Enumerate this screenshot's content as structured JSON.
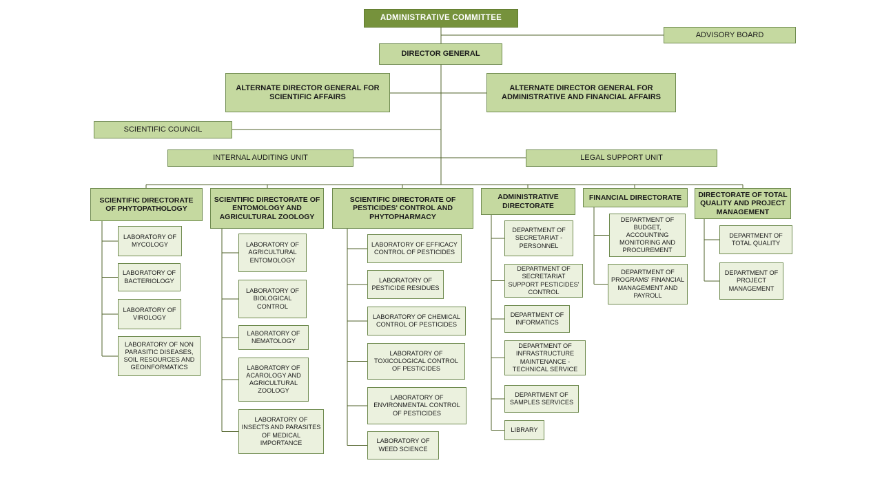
{
  "top": {
    "committee": "ADMINISTRATIVE COMMITTEE",
    "advisory": "ADVISORY BOARD",
    "director_general": "DIRECTOR GENERAL",
    "alt_scientific": "ALTERNATE DIRECTOR GENERAL FOR SCIENTIFIC AFFAIRS",
    "alt_admin": "ALTERNATE DIRECTOR GENERAL FOR ADMINISTRATIVE AND FINANCIAL AFFAIRS",
    "scientific_council": "SCIENTIFIC COUNCIL",
    "internal_audit": "INTERNAL AUDITING UNIT",
    "legal_support": "LEGAL SUPPORT UNIT"
  },
  "directorates": [
    {
      "title": "SCIENTIFIC DIRECTORATE OF PHYTOPATHOLOGY",
      "units": [
        "LABORATORY OF MYCOLOGY",
        "LABORATORY OF BACTERIOLOGY",
        "LABORATORY OF VIROLOGY",
        "LABORATORY OF NON PARASITIC DISEASES, SOIL RESOURCES AND GEOINFORMATICS"
      ]
    },
    {
      "title": "SCIENTIFIC DIRECTORATE OF ENTOMOLOGY AND AGRICULTURAL ZOOLOGY",
      "units": [
        "LABORATORY OF AGRICULTURAL ENTOMOLOGY",
        "LABORATORY OF BIOLOGICAL CONTROL",
        "LABORATORY OF NEMATOLOGY",
        "LABORATORY OF ACAROLOGY AND AGRICULTURAL ZOOLOGY",
        "LABORATORY OF INSECTS AND PARASITES OF MEDICAL IMPORTANCE"
      ]
    },
    {
      "title": "SCIENTIFIC DIRECTORATE OF PESTICIDES' CONTROL AND PHYTOPHARMACY",
      "units": [
        "LABORATORY OF EFFICACY CONTROL OF PESTICIDES",
        "LABORATORY OF PESTICIDE RESIDUES",
        "LABORATORY OF CHEMICAL CONTROL OF PESTICIDES",
        "LABORATORY OF TOXICOLOGICAL CONTROL OF PESTICIDES",
        "LABORATORY OF ENVIRONMENTAL CONTROL OF PESTICIDES",
        "LABORATORY OF WEED SCIENCE"
      ]
    },
    {
      "title": "ADMINISTRATIVE DIRECTORATE",
      "units": [
        "DEPARTMENT OF SECRETARIAT - PERSONNEL",
        "DEPARTMENT OF SECRETARIAT SUPPORT PESTICIDES' CONTROL",
        "DEPARTMENT OF INFORMATICS",
        "DEPARTMENT OF INFRASTRUCTURE MAINTENANCE - TECHNICAL SERVICE",
        "DEPARTMENT OF SAMPLES SERVICES",
        "LIBRARY"
      ]
    },
    {
      "title": "FINANCIAL DIRECTORATE",
      "units": [
        "DEPARTMENT OF BUDGET, ACCOUNTING MONITORING AND PROCUREMENT",
        "DEPARTMENT OF PROGRAMS' FINANCIAL MANAGEMENT AND PAYROLL"
      ]
    },
    {
      "title": "DIRECTORATE OF TOTAL QUALITY AND PROJECT MANAGEMENT",
      "units": [
        "DEPARTMENT OF TOTAL QUALITY",
        "DEPARTMENT OF PROJECT MANAGEMENT"
      ]
    }
  ]
}
